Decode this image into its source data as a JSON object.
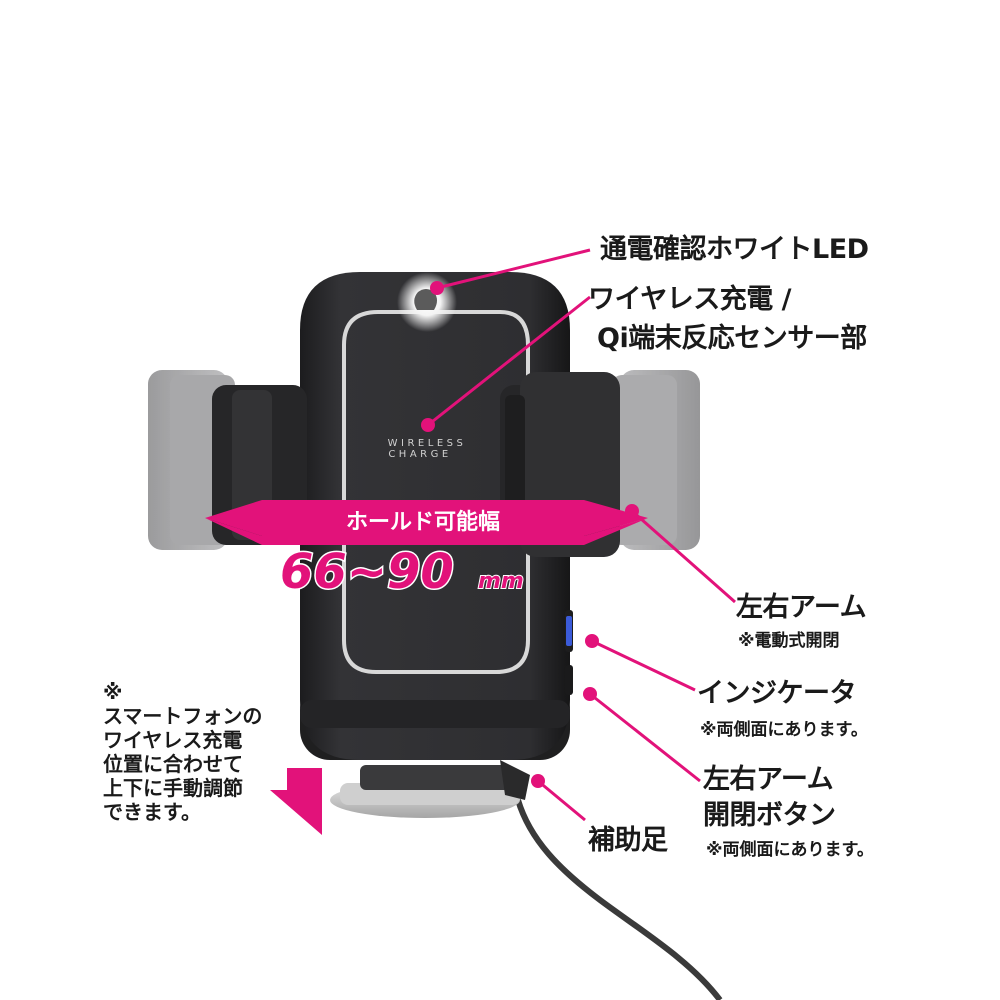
{
  "product_text": {
    "brand_line1": "WIRELESS",
    "brand_line2": "CHARGE"
  },
  "hold_width": {
    "label": "ホールド可能幅",
    "value": "66~90",
    "unit": "mm"
  },
  "callouts": {
    "led": "通電確認ホワイトLED",
    "sensor_line1": "ワイヤレス充電 /",
    "sensor_line2": "Qi端末反応センサー部",
    "arms": "左右アーム",
    "arms_note": "※電動式開閉",
    "indicator": "インジケータ",
    "indicator_note": "※両側面にあります。",
    "button_line1": "左右アーム",
    "button_line2": "開閉ボタン",
    "button_note": "※両側面にあります。",
    "foot": "補助足"
  },
  "side_note": {
    "mark": "※",
    "lines": [
      "スマートフォンの",
      "ワイヤレス充電",
      "位置に合わせて",
      "上下に手動調節",
      "できます。"
    ]
  },
  "colors": {
    "accent": "#e2127a",
    "device_body": "#2b2b2d",
    "device_edge": "#141415",
    "outline": "#d8d8d8",
    "indicator": "#3b5bd9"
  }
}
